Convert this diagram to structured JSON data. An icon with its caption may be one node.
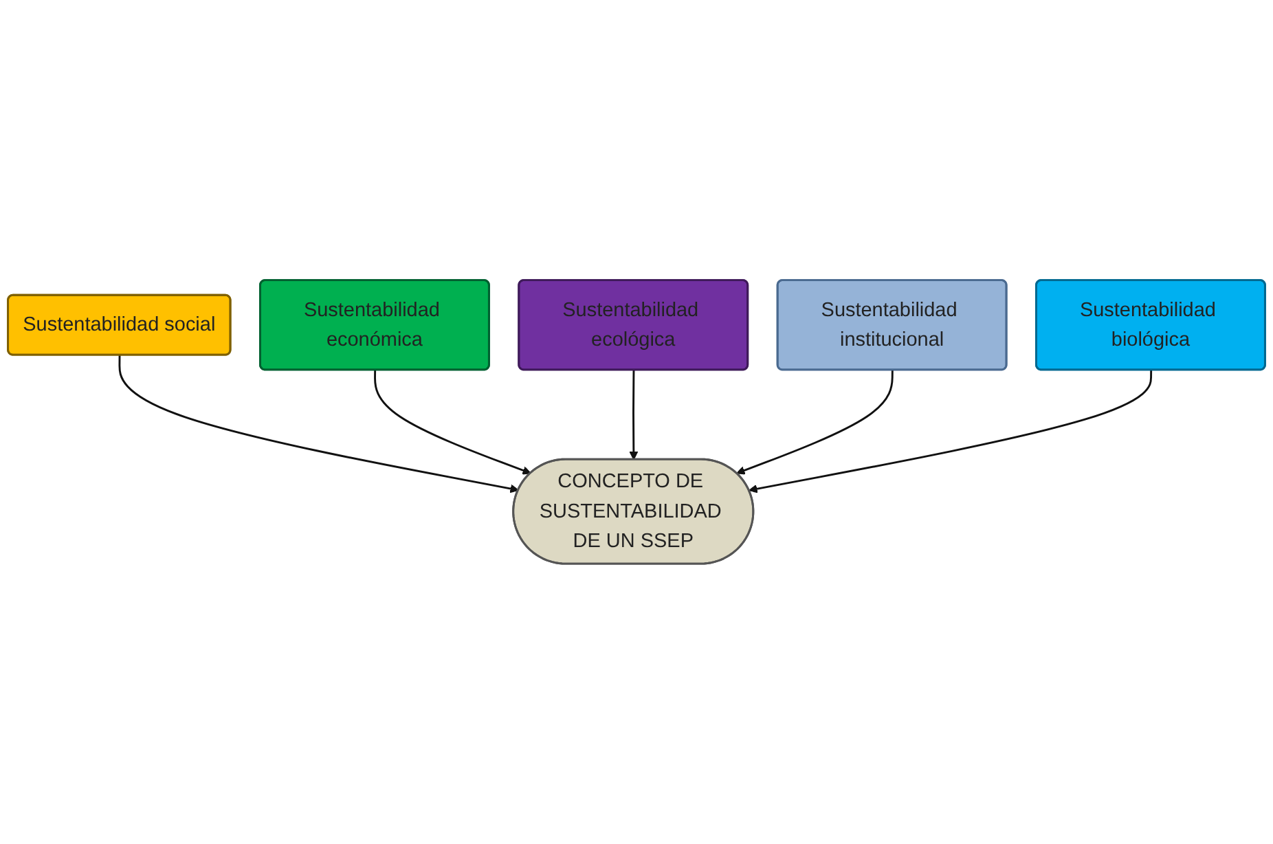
{
  "diagram": {
    "nodes": [
      {
        "text": [
          "Sustentabilidad social"
        ]
      },
      {
        "text": [
          "Sustentabilidad económica"
        ]
      },
      {
        "text": [
          "Sustentabilidad ecológica"
        ]
      },
      {
        "text": [
          "CONCEPTO DE SUSTENTABILIDAD DE UN SSEP"
        ]
      },
      {
        "text": [
          "Sustentabilidad institucional"
        ]
      },
      {
        "text": [
          "Sustentabilidad biológica"
        ]
      }
    ],
    "edges": [
      {
        "from": 0,
        "to": 3,
        "arrow": "to"
      },
      {
        "from": 1,
        "to": 3,
        "arrow": "to"
      },
      {
        "from": 2,
        "to": 3,
        "arrow": "to"
      },
      {
        "from": 4,
        "to": 3,
        "arrow": "to"
      },
      {
        "from": 5,
        "to": 3,
        "arrow": "to"
      }
    ]
  }
}
